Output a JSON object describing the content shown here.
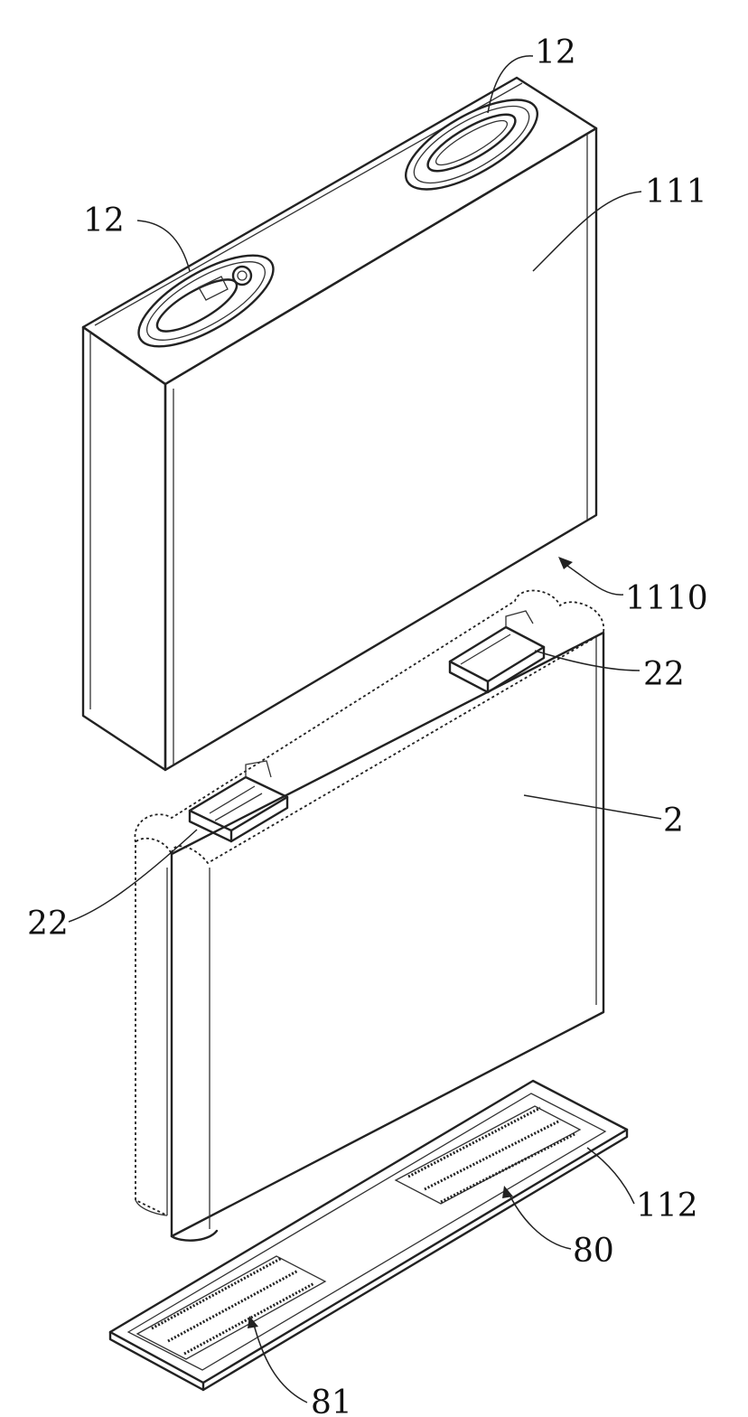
{
  "labels": {
    "ref_12_top": "12",
    "ref_12_left": "12",
    "ref_111": "111",
    "ref_1110": "1110",
    "ref_22_right": "22",
    "ref_2": "2",
    "ref_22_left": "22",
    "ref_112": "112",
    "ref_80": "80",
    "ref_81": "81"
  }
}
